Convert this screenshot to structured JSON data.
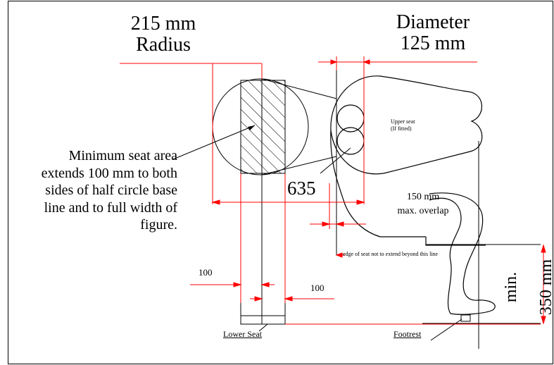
{
  "labels": {
    "radius_value": "215 mm",
    "radius_word": "Radius",
    "diameter_word": "Diameter",
    "diameter_value": "125 mm",
    "seat_area_note": "Minimum seat area extends 100 mm to both sides of half circle base line and to full width of figure.",
    "dimension_635": "635",
    "overlap_value": "150 mm",
    "overlap_text": "max. overlap",
    "upper_seat": "Upper seat",
    "upper_seat_note": "(If fitted)",
    "edge_note": "edge of seat not to extend beyond this line",
    "left_100": "100",
    "right_100": "100",
    "lower_seat": "Lower Seat",
    "footrest": "Footrest",
    "min_word": "min.",
    "min_value": "350 mm"
  },
  "colors": {
    "dimension_line": "#ff0000",
    "outline": "#000000"
  }
}
